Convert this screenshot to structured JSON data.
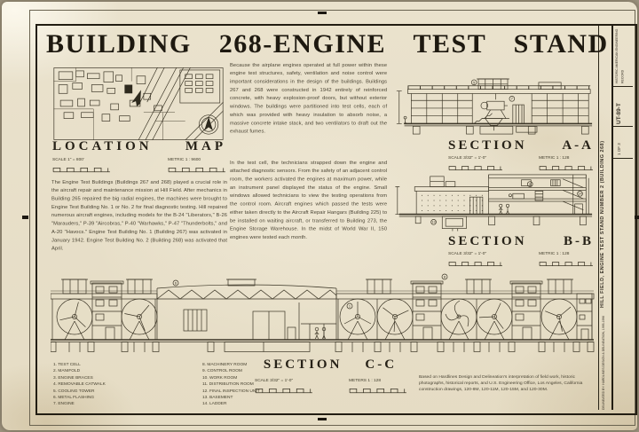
{
  "sheet": {
    "title": "BUILDING 268-ENGINE TEST STAND"
  },
  "location_map": {
    "heading_word1": "LOCATION",
    "heading_word2": "MAP",
    "scale_imperial": "SCALE  1\" = 800'",
    "scale_metric": "METRIC  1 : 9600"
  },
  "paragraphs": {
    "history": "The Engine Test Buildings (Buildings 267 and 268) played a crucial role in the aircraft repair and maintenance mission at Hill Field.  After mechanics in Building 265 repaired the big radial engines, the machines were brought to Engine Test Building No. 1 or No. 2 for final diagnostic testing.  Hill repaired numerous aircraft engines, including models for the B-24 \"Liberators,\" B-26 \"Marauders,\" P-39 \"Aircobras,\" P-40 \"Warhawks,\" P-47 \"Thunderbolts,\" and A-20 \"Havocs.\"  Engine Test Building No. 1 (Building 267) was activated in January 1942.  Engine Test Building No. 2 (Building 268) was activated that April.",
    "construction": "Because the airplane engines operated at full power within these engine test structures, safety, ventilation and noise control were important considerations in the design of the buildings.  Buildings 267 and 268 were constructed in 1942 entirely of reinforced concrete, with heavy explosion-proof doors, but without exterior windows.  The buildings were partitioned into test cells, each of which was provided with heavy insulation to absorb noise, a massive concrete intake stack, and two ventilators to draft out the exhaust fumes.",
    "operation": "In the test cell, the technicians strapped down the engine and attached diagnostic sensors.  From the safety of an adjacent control room, the workers activated the engines at maximum power, while an instrument panel displayed the status of the engine.  Small windows allowed technicians to view the testing operations from the control room.  Aircraft engines which passed the tests were either taken directly to the Aircraft Repair Hangars (Building 225) to be installed on waiting aircraft, or transferred to Building 273, the Engine Storage Warehouse.  In the midst of World War II, 150 engines were tested each month."
  },
  "section_aa": {
    "label": "SECTION",
    "tag": "A-A",
    "scale_imperial": "SCALE  3/32\" = 1'-0\"",
    "scale_metric": "METRIC  1 : 128"
  },
  "section_bb": {
    "label": "SECTION",
    "tag": "B-B",
    "scale_imperial": "SCALE  3/32\" = 1'-0\"",
    "scale_metric": "METRIC  1 : 128"
  },
  "section_cc": {
    "label": "SECTION",
    "tag": "C-C",
    "scale_imperial": "SCALE  3/32\" = 1'-0\"",
    "scale_metric": "METERS  1 : 128"
  },
  "legend": {
    "items": [
      "1.  TEST CELL",
      "2.  MANIFOLD",
      "3.  ENGINE BRACES",
      "4.  REMOVABLE CATWALK",
      "5.  COOLING TOWER",
      "6.  METAL FLASHING",
      "7.  ENGINE",
      "8.  MACHINERY ROOM",
      "9.  CONTROL ROOM",
      "10.  WORK ROOM",
      "11.  DISTRIBUTION ROOM",
      "12.  FINAL INSPECTION UNIT",
      "13.  BASEMENT",
      "14.  LADDER"
    ]
  },
  "source_note": "Based on Hardlines Design and Delineation's interpretation of field work, historic photographs, historical reports, and U.S. Engineering Office, Los Angeles, California construction drawings, 120-8M, 120-11M, 120-15M, and 120-30M.",
  "title_block": {
    "record_name": "HISTORIC AMERICAN ENGINEERING RECORD",
    "survey_number": "UT-89-T",
    "sheet_info": "1 OF 3",
    "project_title": "HILL FIELD, ENGINE TEST STAND NUMBER 2 (BUILDING 268)",
    "credit": "DELINEATED BY: HARDLINES DESIGN & DELINEATION, 1995-1996"
  },
  "callouts": {
    "aa": [
      "5",
      "7"
    ],
    "bb": [
      "9",
      "13",
      "14"
    ],
    "cc": [
      "6",
      "1",
      "8"
    ]
  }
}
